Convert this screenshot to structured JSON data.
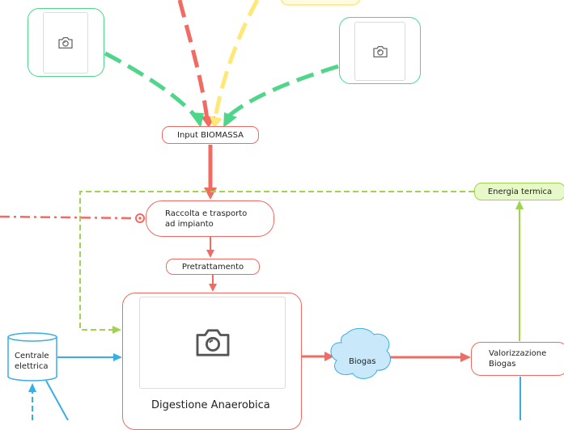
{
  "nodes": {
    "input_biomassa": "Input BIOMASSA",
    "raccolta": "Raccolta e trasporto\nad impianto",
    "pretrattamento": "Pretrattamento",
    "digestione": "Digestione Anaerobica",
    "biogas": "Biogas",
    "valorizzazione": "Valorizzazione\nBiogas",
    "energia_termica": "Energia termica",
    "centrale_elettrica": "Centrale\nelettrica"
  },
  "icons": [
    "camera-icon",
    "camera-icon",
    "camera-icon"
  ],
  "colors": {
    "red": "#f26b63",
    "green": "#4fd68a",
    "yellow": "#ffe873",
    "lime": "#9fd44c",
    "lime_fill": "#e8f9c9",
    "blue": "#38aee6",
    "cloud": "#c9e9fb"
  }
}
